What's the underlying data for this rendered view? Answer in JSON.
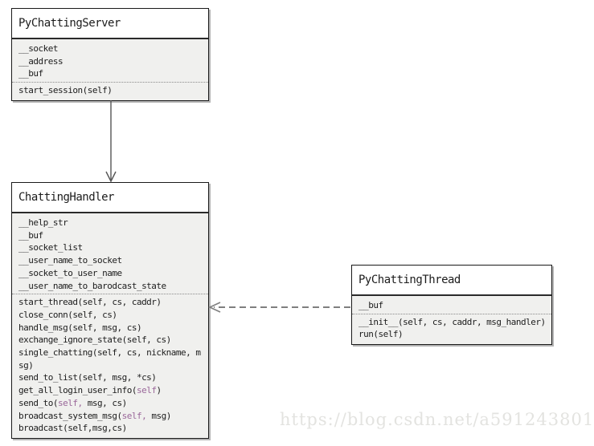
{
  "diagram": {
    "classes": {
      "server": {
        "title": "PyChattingServer",
        "attributes": [
          "__socket",
          "__address",
          "__buf"
        ],
        "methods": [
          [
            {
              "t": "start_session(self)"
            }
          ]
        ]
      },
      "handler": {
        "title": "ChattingHandler",
        "attributes": [
          "__help_str",
          "__buf",
          "__socket_list",
          "__user_name_to_socket",
          "__socket_to_user_name",
          "__user_name_to_barodcast_state"
        ],
        "methods": [
          [
            {
              "t": "start_thread(self, cs, caddr)"
            }
          ],
          [
            {
              "t": "close_conn(self, cs)"
            }
          ],
          [
            {
              "t": "handle_msg(self, msg, cs)"
            }
          ],
          [
            {
              "t": "exchange_ignore_state(self, cs)"
            }
          ],
          [
            {
              "t": "single_chatting(self, cs, nickname, msg)"
            }
          ],
          [
            {
              "t": "send_to_list(self, msg, *cs)"
            }
          ],
          [
            {
              "t": "get_all_login_user_info("
            },
            {
              "t": "self",
              "c": "self_param"
            },
            {
              "t": ")"
            }
          ],
          [
            {
              "t": "send_to("
            },
            {
              "t": "self,",
              "c": "self_param"
            },
            {
              "t": " msg, cs)"
            }
          ],
          [
            {
              "t": "broadcast_system_msg("
            },
            {
              "t": "self,",
              "c": "self_param"
            },
            {
              "t": " msg)"
            }
          ],
          [
            {
              "t": "broadcast(self,msg,cs)"
            }
          ]
        ]
      },
      "thread": {
        "title": "PyChattingThread",
        "attributes": [
          "__buf"
        ],
        "methods": [
          [
            {
              "t": "__init__(self, cs, caddr, msg_handler)"
            }
          ],
          [
            {
              "t": "run(self)"
            }
          ]
        ]
      }
    },
    "relationships": [
      {
        "from": "PyChattingServer",
        "to": "ChattingHandler",
        "line": "solid",
        "arrowhead": "open",
        "direction": "down"
      },
      {
        "from": "PyChattingThread",
        "to": "ChattingHandler",
        "line": "dashed",
        "arrowhead": "open",
        "direction": "left"
      }
    ]
  },
  "watermark": {
    "text": "https://blog.csdn.net/a591243801"
  },
  "colors": {
    "self_param": "#996699",
    "section_bg": "#f0f0ee",
    "border": "#1a1a1a",
    "solid_arrow": "#555555",
    "dashed_arrow": "#7f7f7f",
    "watermark": "#e3e3e0",
    "text": "#1c1c1c"
  }
}
